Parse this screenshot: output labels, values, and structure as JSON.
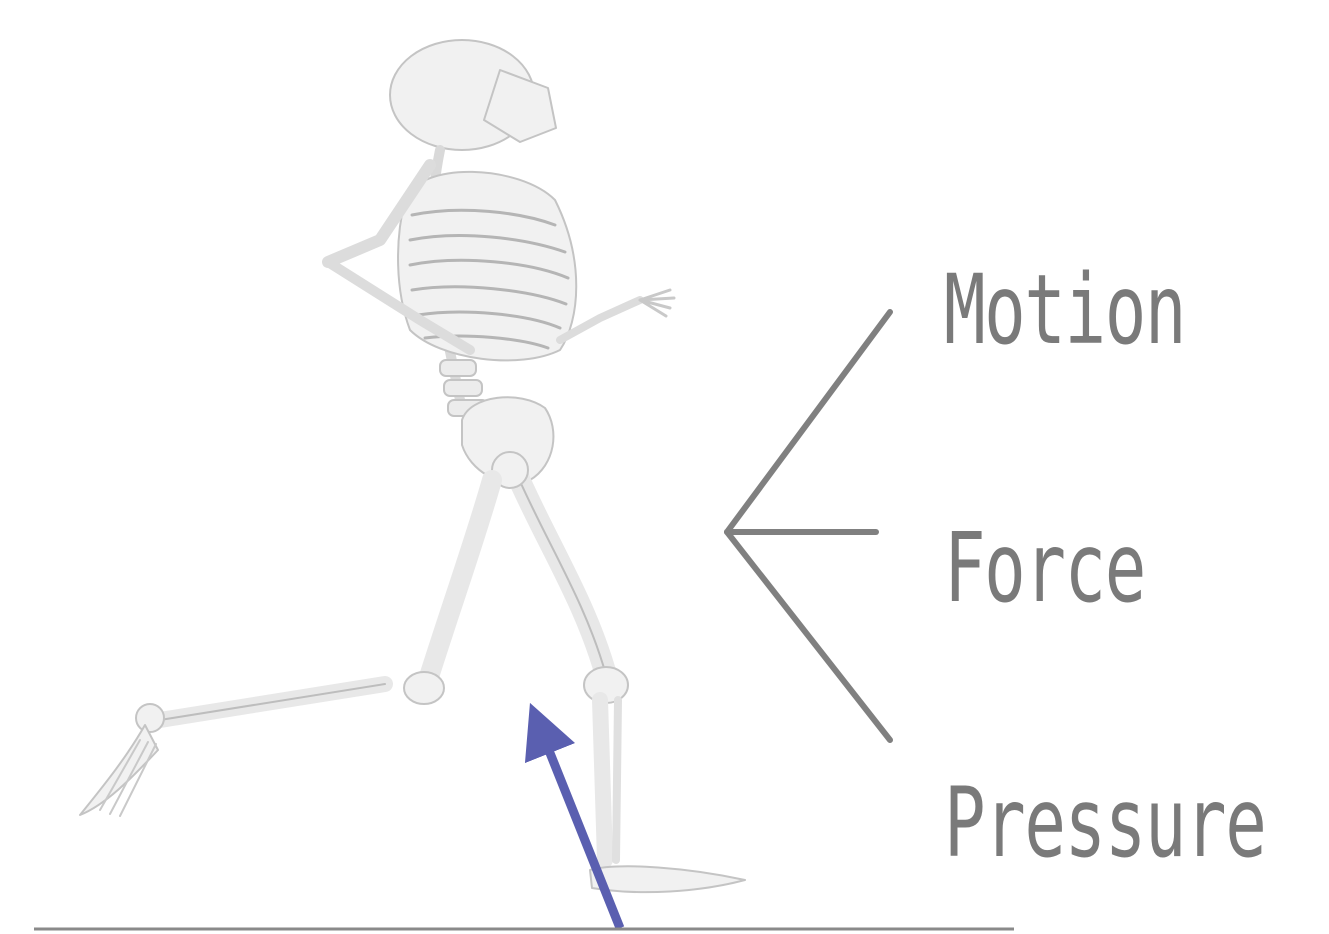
{
  "diagram": {
    "branches": [
      {
        "label": "Motion"
      },
      {
        "label": "Force"
      },
      {
        "label": "Pressure"
      }
    ]
  },
  "colors": {
    "bone": "#f1f1f1",
    "bone_shadow": "#bdbdbd",
    "bracket_line": "#808080",
    "label_text": "#7a7a7a",
    "force_arrow": "#5a5fb0",
    "ground_line": "#8a8a8a"
  },
  "icons": {
    "figure": "running-skeleton-icon",
    "force": "ground-reaction-force-arrow-icon"
  }
}
